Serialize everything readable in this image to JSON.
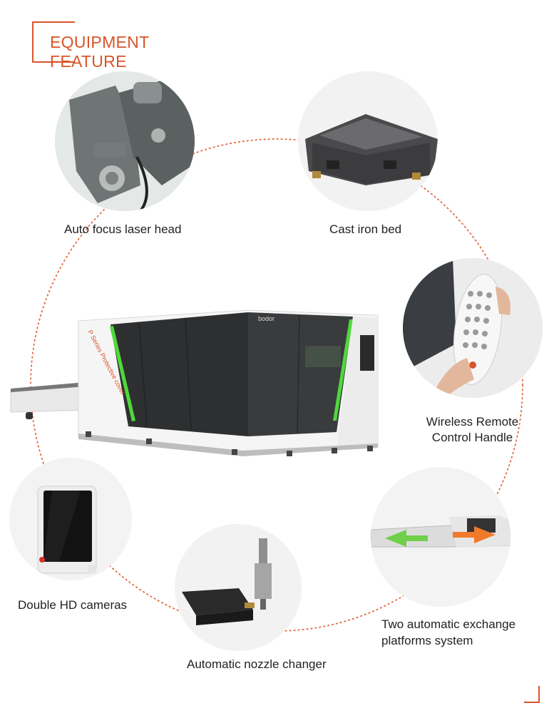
{
  "header": {
    "title": "EQUIPMENT FEATURE"
  },
  "machine": {
    "brand": "bodor",
    "side_text": "P Series Protective cover"
  },
  "features": [
    {
      "label": "Auto focus laser head",
      "icon": "laser-head-photo"
    },
    {
      "label": "Cast iron bed",
      "icon": "cast-iron-bed-photo"
    },
    {
      "label_line1": "Wireless Remote",
      "label_line2": "Control Handle",
      "icon": "remote-control-photo"
    },
    {
      "label_line1": "Two automatic exchange",
      "label_line2": "platforms system",
      "icon": "exchange-platform-photo"
    },
    {
      "label": "Automatic nozzle changer",
      "icon": "nozzle-changer-photo"
    },
    {
      "label": "Double HD cameras",
      "icon": "hd-camera-photo"
    }
  ],
  "colors": {
    "accent": "#d9542a",
    "green": "#4fd93a",
    "machine_dark": "#2a2b2d"
  }
}
